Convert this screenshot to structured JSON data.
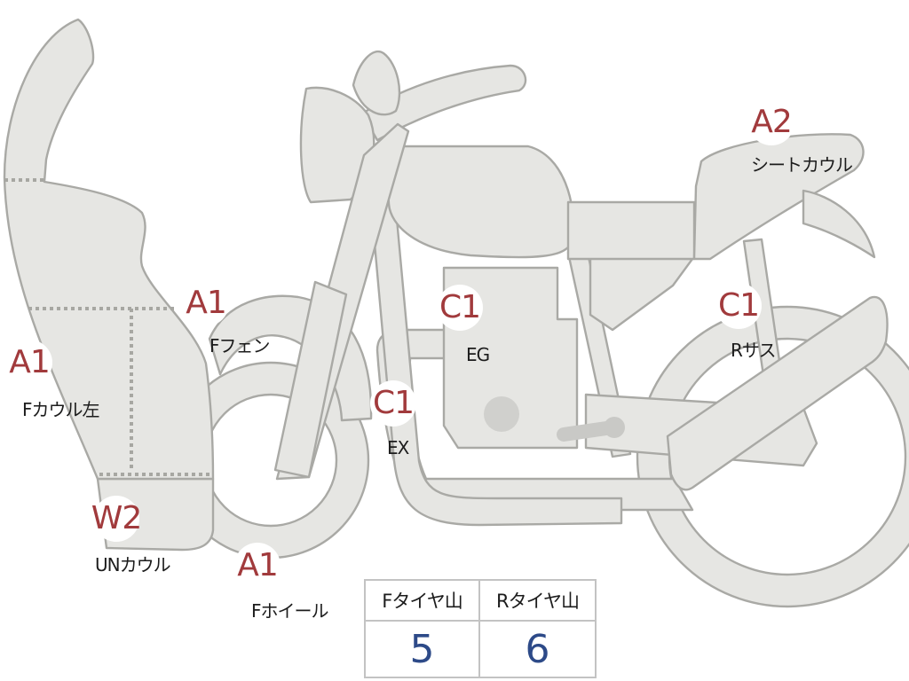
{
  "colors": {
    "body_fill": "#e6e6e3",
    "outline": "#a9a9a5",
    "grade_text": "#a13a3c",
    "label_text": "#1c1c1c",
    "tread_value": "#2d4a88"
  },
  "parts": [
    {
      "id": "front-cowl-left",
      "grade": "A1",
      "label": "Fカウル左"
    },
    {
      "id": "front-fender",
      "grade": "A1",
      "label": "Fフェン"
    },
    {
      "id": "engine",
      "grade": "C1",
      "label": "EG"
    },
    {
      "id": "exhaust",
      "grade": "C1",
      "label": "EX"
    },
    {
      "id": "rear-suspension",
      "grade": "C1",
      "label": "Rサス"
    },
    {
      "id": "seat-cowl",
      "grade": "A2",
      "label": "シートカウル"
    },
    {
      "id": "under-cowl",
      "grade": "W2",
      "label": "UNカウル"
    },
    {
      "id": "front-wheel",
      "grade": "A1",
      "label": "Fホイール"
    }
  ],
  "tire_tread": {
    "front_label": "Fタイヤ山",
    "rear_label": "Rタイヤ山",
    "front_value": "5",
    "rear_value": "6"
  }
}
